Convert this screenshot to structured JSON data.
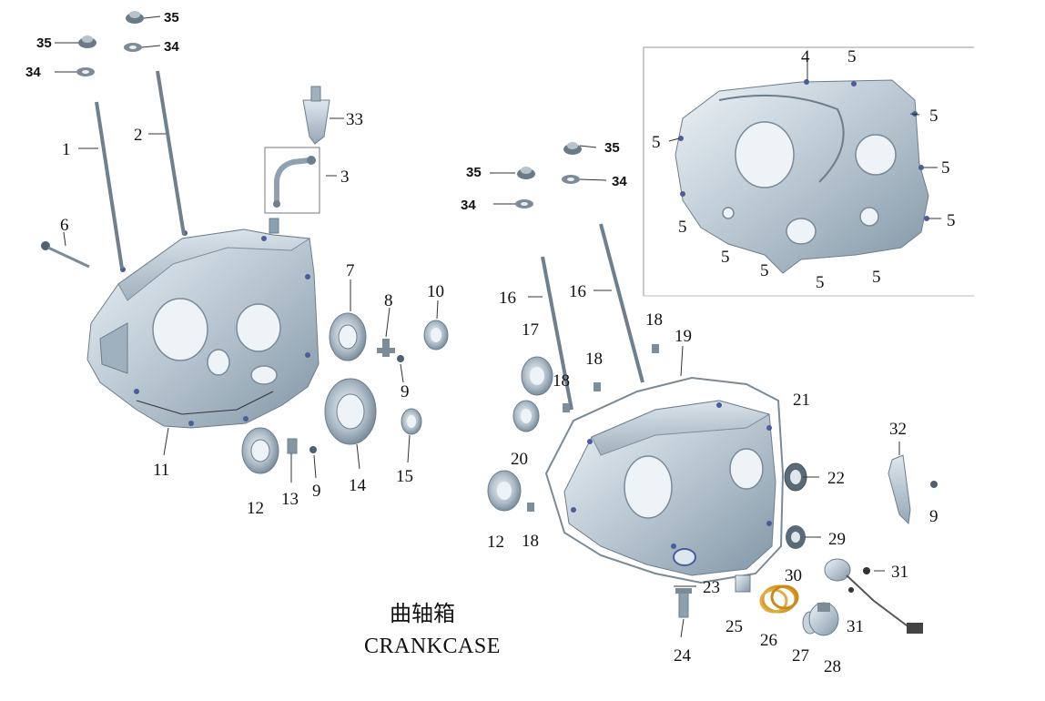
{
  "title": {
    "chinese": "曲轴箱",
    "english": "CRANKCASE"
  },
  "callouts": {
    "c1": "1",
    "c2": "2",
    "c3": "3",
    "c4": "4",
    "c5": "5",
    "c6": "6",
    "c7": "7",
    "c8": "8",
    "c9": "9",
    "c10": "10",
    "c11": "11",
    "c12": "12",
    "c13": "13",
    "c14": "14",
    "c15": "15",
    "c16": "16",
    "c17": "17",
    "c18": "18",
    "c19": "19",
    "c20": "20",
    "c21": "21",
    "c22": "22",
    "c23": "23",
    "c24": "24",
    "c25": "25",
    "c26": "26",
    "c27": "27",
    "c28": "28",
    "c29": "29",
    "c30": "30",
    "c31": "31",
    "c32": "32",
    "c33": "33",
    "c34": "34",
    "c35": "35"
  }
}
